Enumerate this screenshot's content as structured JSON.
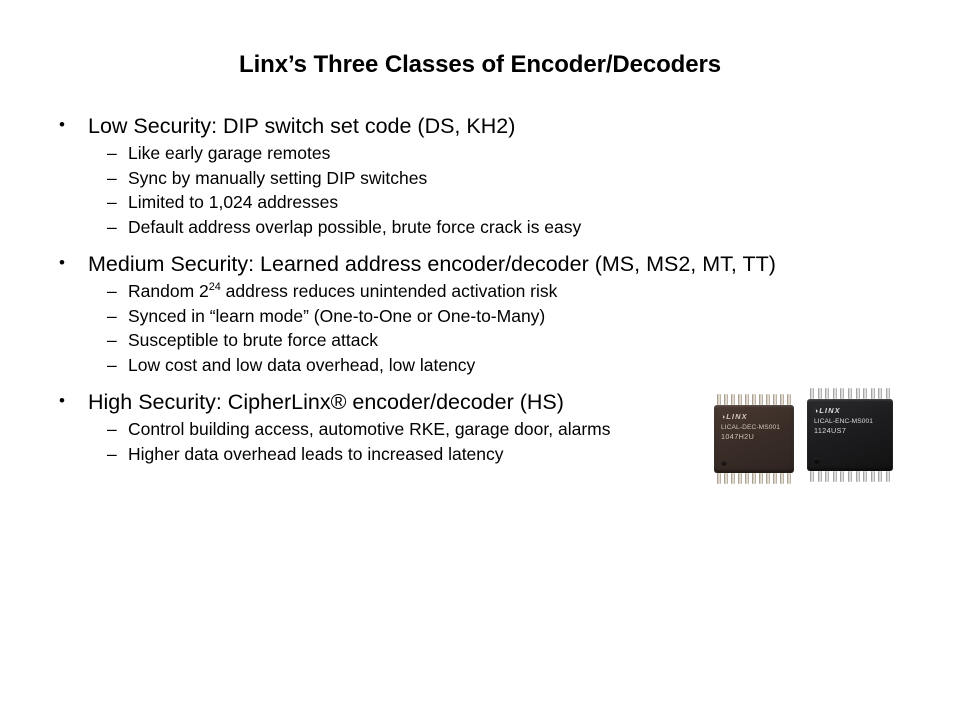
{
  "slide": {
    "title": "Linx’s Three Classes of Encoder/Decoders",
    "bullet_glyph": "•",
    "dash_glyph": "–",
    "groups": [
      {
        "heading": "Low Security: DIP switch set code (DS, KH2)",
        "sub": [
          "Like early garage remotes",
          "Sync by manually setting DIP switches",
          "Limited to 1,024 addresses",
          "Default address overlap possible, brute force crack is easy"
        ]
      },
      {
        "heading_pre": "Medium Security: Learned address encoder/decoder (MS, MS2, MT, TT)",
        "sub": [
          "Synced in “learn mode” (One-to-One or One-to-Many)",
          "Susceptible to brute force attack",
          "Low cost and low data overhead, low latency"
        ],
        "sub_superscript": {
          "before": "Random 2",
          "sup": "24",
          "after": " address reduces unintended activation risk"
        }
      },
      {
        "heading": "High Security: CipherLinx® encoder/decoder (HS)",
        "sub": [
          "Control building access, automotive RKE, garage door, alarms",
          "Higher data overhead leads to increased latency"
        ]
      }
    ]
  },
  "chips": {
    "left": {
      "brand_mark": "◑",
      "brand": "LINX",
      "part": "LICAL-DEC-MS001",
      "lot": "1047H2U",
      "body_color": "#3b2e28"
    },
    "right": {
      "brand_mark": "◑",
      "brand": "LINX",
      "part": "LICAL-ENC-MS001",
      "lot": "1124US7",
      "body_color": "#1d1d1f"
    }
  },
  "colors": {
    "background": "#ffffff",
    "text": "#000000"
  }
}
